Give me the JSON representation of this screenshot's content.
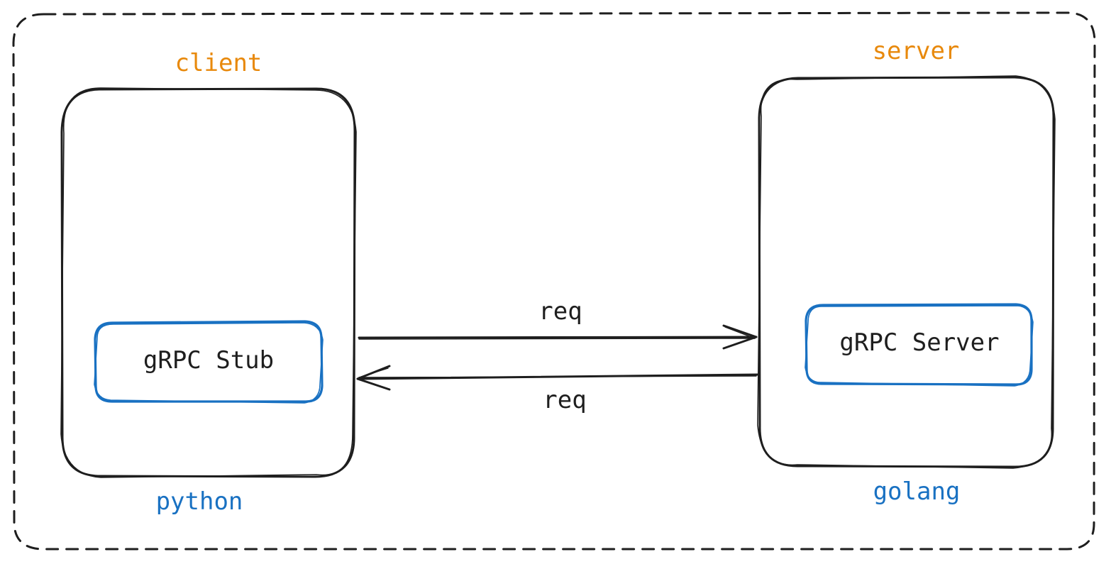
{
  "client": {
    "title": "client",
    "language": "python",
    "component": "gRPC Stub"
  },
  "server": {
    "title": "server",
    "language": "golang",
    "component": "gRPC Server"
  },
  "arrows": {
    "top_label": "req",
    "bottom_label": "req"
  },
  "colors": {
    "accent_orange": "#e8890c",
    "accent_blue": "#1971c2",
    "stroke": "#1e1e1e"
  }
}
